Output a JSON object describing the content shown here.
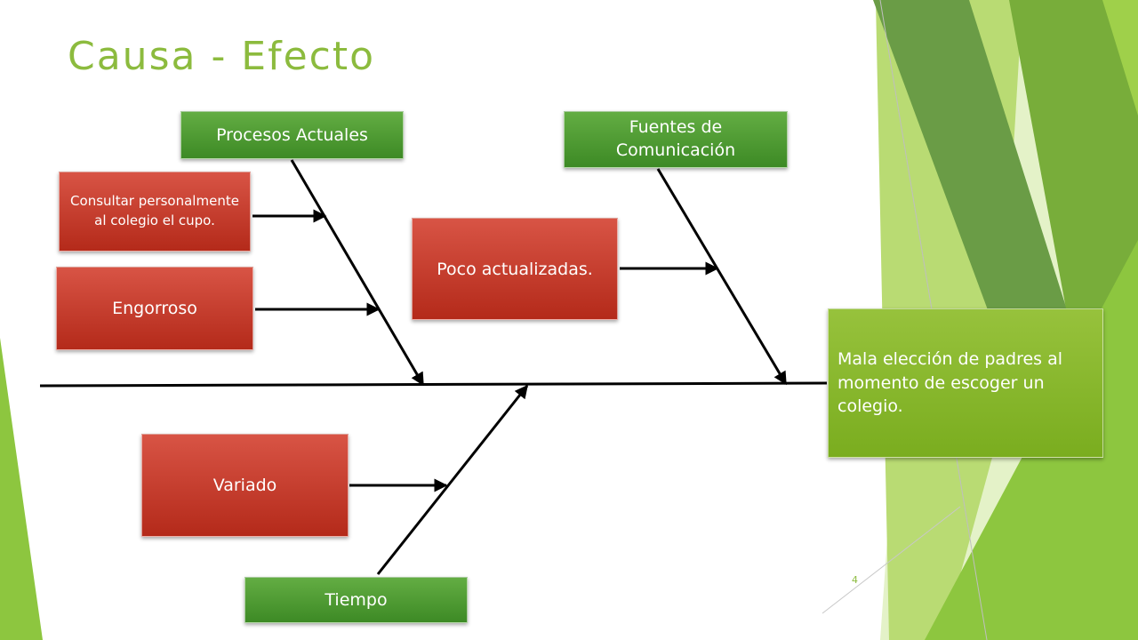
{
  "slide": {
    "title": "Causa - Efecto",
    "page_number": "4"
  },
  "colors": {
    "title": "#8cbb3e",
    "category": "#4a9a2c",
    "cause": "#c9392a",
    "effect": "#8ab82b",
    "accent": "#8dc63f"
  },
  "diagram": {
    "effect": "Mala elección de padres al momento de escoger un colegio.",
    "categories": {
      "procesos": "Procesos Actuales",
      "fuentes": "Fuentes de Comunicación",
      "tiempo": "Tiempo"
    },
    "causes": {
      "consultar": "Consultar personalmente al colegio el cupo.",
      "engorroso": "Engorroso",
      "poco": "Poco actualizadas.",
      "variado": "Variado"
    }
  }
}
